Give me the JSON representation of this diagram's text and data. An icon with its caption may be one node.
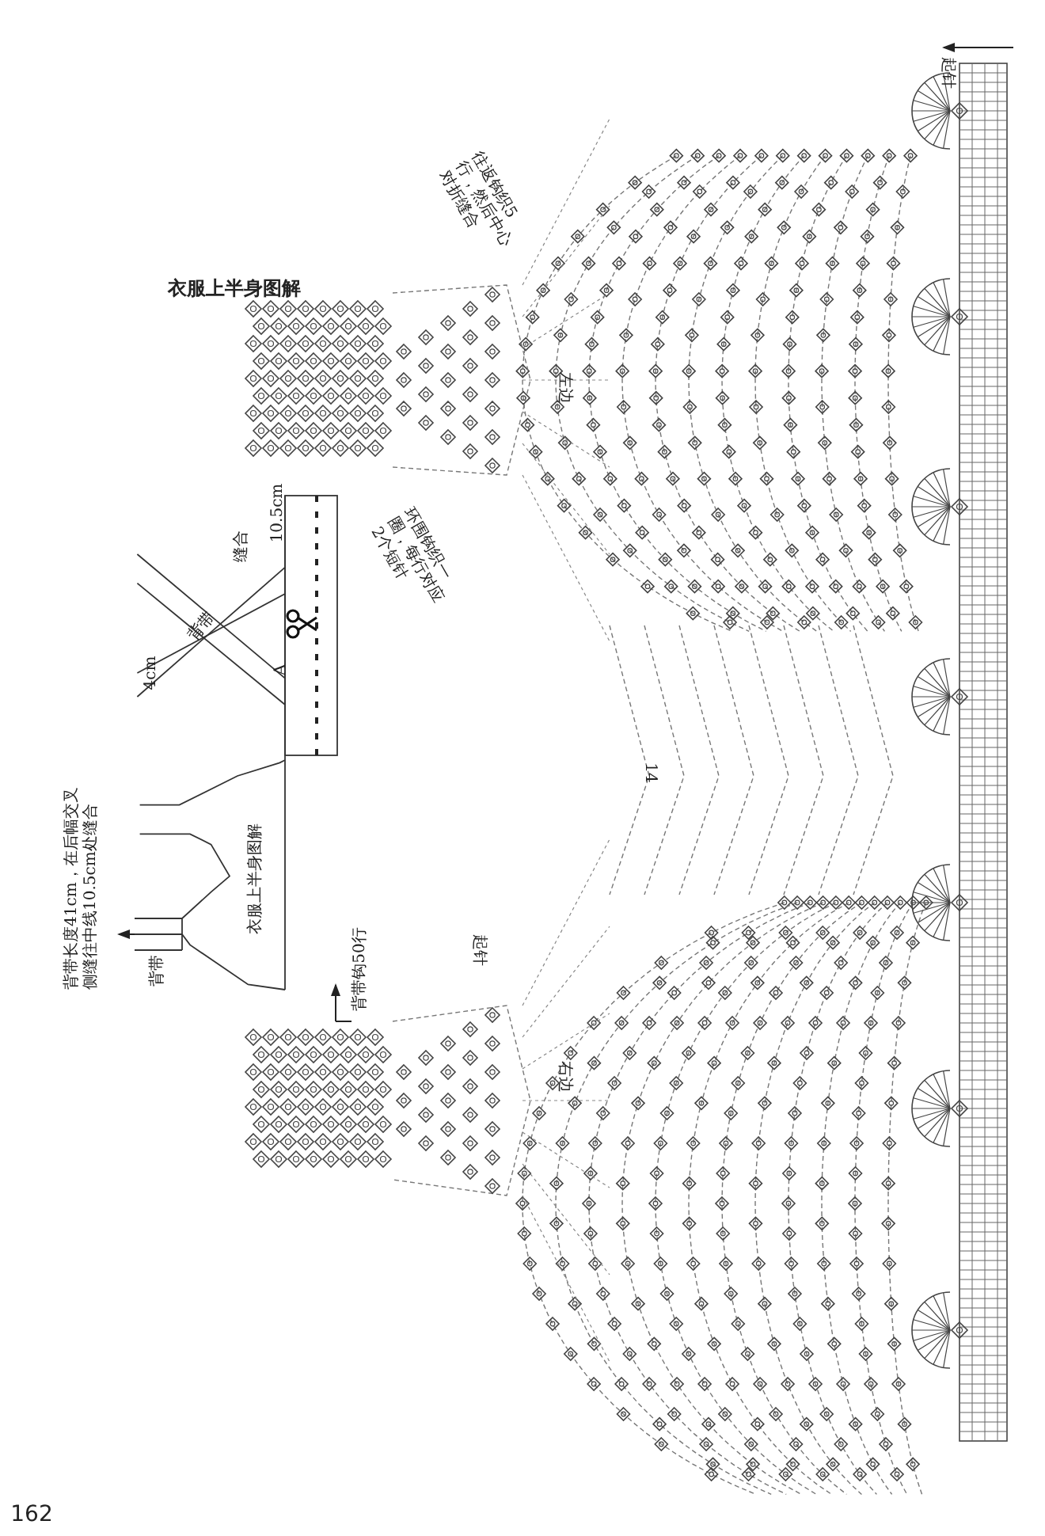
{
  "diagram": {
    "title": "衣服上半身图解",
    "labels": [
      "起针",
      "往返钩织5行，然后中心对折缝合",
      "左边",
      "10.5cm",
      "缝合",
      "环围钩织一圈，每行对应2个短针",
      "4cm",
      "背带",
      "A",
      "14",
      "背带长度41cm，在后幅交叉侧缝往中线10.5cm处缝合",
      "衣服上半身图解",
      "起针",
      "背带钩50行",
      "背带",
      "右边",
      "162"
    ]
  }
}
